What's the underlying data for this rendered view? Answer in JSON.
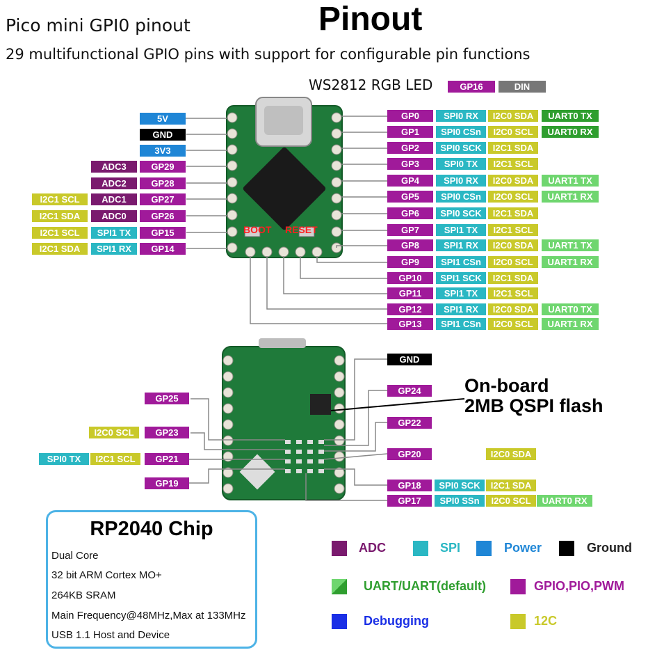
{
  "header": {
    "subtitle": "Pico mini GPI0 pinout",
    "title": "Pinout",
    "description": "29 multifunctional GPIO pins with support for configurable pin functions"
  },
  "led": {
    "label": "WS2812 RGB LED",
    "gpio": "GP16",
    "din": "DIN"
  },
  "board": {
    "boot_label": "BOOT",
    "reset_label": "RESET"
  },
  "flash": {
    "line1": "On-board",
    "line2": "2MB QSPI flash"
  },
  "colors": {
    "gpio": "#a01a9a",
    "adc": "#7a1a6e",
    "spi": "#2ab7c3",
    "i2c": "#c9c92a",
    "uart_default": "#2f9e2f",
    "uart": "#6fd66f",
    "power": "#1f86d6",
    "ground": "#000000",
    "debug": "#1a2fe6"
  },
  "left_top": [
    {
      "labels": [
        "5V"
      ],
      "types": [
        "pwr"
      ]
    },
    {
      "labels": [
        "GND"
      ],
      "types": [
        "gnd"
      ]
    },
    {
      "labels": [
        "3V3"
      ],
      "types": [
        "pwr"
      ]
    },
    {
      "labels": [
        "ADC3",
        "GP29"
      ],
      "types": [
        "adc",
        "gpio"
      ]
    },
    {
      "labels": [
        "ADC2",
        "GP28"
      ],
      "types": [
        "adc",
        "gpio"
      ]
    },
    {
      "labels": [
        "I2C1 SCL",
        "ADC1",
        "GP27"
      ],
      "types": [
        "i2c",
        "adc",
        "gpio"
      ]
    },
    {
      "labels": [
        "I2C1 SDA",
        "ADC0",
        "GP26"
      ],
      "types": [
        "i2c",
        "adc",
        "gpio"
      ]
    },
    {
      "labels": [
        "I2C1 SCL",
        "SPI1 TX",
        "GP15"
      ],
      "types": [
        "i2c",
        "spi",
        "gpio"
      ]
    },
    {
      "labels": [
        "I2C1 SDA",
        "SPI1 RX",
        "GP14"
      ],
      "types": [
        "i2c",
        "spi",
        "gpio"
      ]
    }
  ],
  "right_top": [
    {
      "labels": [
        "GP0",
        "SPI0 RX",
        "I2C0 SDA",
        "UART0 TX"
      ],
      "types": [
        "gpio",
        "spi",
        "i2c",
        "uartd"
      ]
    },
    {
      "labels": [
        "GP1",
        "SPI0 CSn",
        "I2C0 SCL",
        "UART0 RX"
      ],
      "types": [
        "gpio",
        "spi",
        "i2c",
        "uartd"
      ]
    },
    {
      "labels": [
        "GP2",
        "SPI0 SCK",
        "I2C1 SDA"
      ],
      "types": [
        "gpio",
        "spi",
        "i2c"
      ]
    },
    {
      "labels": [
        "GP3",
        "SPI0 TX",
        "I2C1 SCL"
      ],
      "types": [
        "gpio",
        "spi",
        "i2c"
      ]
    },
    {
      "labels": [
        "GP4",
        "SPI0 RX",
        "I2C0 SDA",
        "UART1 TX"
      ],
      "types": [
        "gpio",
        "spi",
        "i2c",
        "uart"
      ]
    },
    {
      "labels": [
        "GP5",
        "SPI0 CSn",
        "I2C0 SCL",
        "UART1 RX"
      ],
      "types": [
        "gpio",
        "spi",
        "i2c",
        "uart"
      ]
    },
    {
      "labels": [
        "GP6",
        "SPI0 SCK",
        "I2C1 SDA"
      ],
      "types": [
        "gpio",
        "spi",
        "i2c"
      ]
    },
    {
      "labels": [
        "GP7",
        "SPI1 TX",
        "I2C1 SCL"
      ],
      "types": [
        "gpio",
        "spi",
        "i2c"
      ]
    },
    {
      "labels": [
        "GP8",
        "SPI1 RX",
        "I2C0 SDA",
        "UART1 TX"
      ],
      "types": [
        "gpio",
        "spi",
        "i2c",
        "uart"
      ]
    },
    {
      "labels": [
        "GP9",
        "SPI1 CSn",
        "I2C0 SCL",
        "UART1 RX"
      ],
      "types": [
        "gpio",
        "spi",
        "i2c",
        "uart"
      ]
    },
    {
      "labels": [
        "GP10",
        "SPI1 SCK",
        "I2C1 SDA"
      ],
      "types": [
        "gpio",
        "spi",
        "i2c"
      ]
    },
    {
      "labels": [
        "GP11",
        "SPI1 TX",
        "I2C1 SCL"
      ],
      "types": [
        "gpio",
        "spi",
        "i2c"
      ]
    },
    {
      "labels": [
        "GP12",
        "SPI1 RX",
        "I2C0 SDA",
        "UART0 TX"
      ],
      "types": [
        "gpio",
        "spi",
        "i2c",
        "uart"
      ]
    },
    {
      "labels": [
        "GP13",
        "SPI1 CSn",
        "I2C0 SCL",
        "UART1 RX"
      ],
      "types": [
        "gpio",
        "spi",
        "i2c",
        "uart"
      ]
    }
  ],
  "left_bottom": [
    {
      "labels": [
        "GP25"
      ],
      "types": [
        "gpio"
      ]
    },
    {
      "labels": [
        "I2C0 SCL",
        "GP23"
      ],
      "types": [
        "i2c",
        "gpio"
      ]
    },
    {
      "labels": [
        "SPI0 TX",
        "I2C1 SCL",
        "GP21"
      ],
      "types": [
        "spi",
        "i2c",
        "gpio"
      ]
    },
    {
      "labels": [
        "GP19"
      ],
      "types": [
        "gpio"
      ]
    }
  ],
  "right_bottom": [
    {
      "labels": [
        "GND"
      ],
      "types": [
        "gnd"
      ]
    },
    {
      "labels": [
        "GP24"
      ],
      "types": [
        "gpio"
      ]
    },
    {
      "labels": [
        "GP22"
      ],
      "types": [
        "gpio"
      ]
    },
    {
      "labels": [
        "GP20",
        "I2C0 SDA"
      ],
      "types": [
        "gpio",
        "i2c"
      ]
    },
    {
      "labels": [
        "GP18",
        "SPI0 SCK",
        "I2C1 SDA"
      ],
      "types": [
        "gpio",
        "spi",
        "i2c"
      ]
    },
    {
      "labels": [
        "GP17",
        "SPI0 SSn",
        "I2C0 SCL",
        "UART0 RX"
      ],
      "types": [
        "gpio",
        "spi",
        "i2c",
        "uart"
      ]
    }
  ],
  "chip": {
    "title": "RP2040 Chip",
    "lines": [
      "Dual Core",
      "32 bit ARM Cortex MO+",
      "264KB SRAM",
      "Main Frequency@48MHz,Max at 133MHz",
      "USB 1.1 Host and Device"
    ]
  },
  "legend": [
    {
      "label": "ADC",
      "color": "#7a1a6e",
      "text_color": "#7a1a6e"
    },
    {
      "label": "SPI",
      "color": "#2ab7c3",
      "text_color": "#2ab7c3"
    },
    {
      "label": "Power",
      "color": "#1f86d6",
      "text_color": "#1f86d6"
    },
    {
      "label": "Ground",
      "color": "#000000",
      "text_color": "#222222"
    },
    {
      "label": "UART/UART(default)",
      "color": "#2f9e2f",
      "text_color": "#2f9e2f"
    },
    {
      "label": "GPIO,PIO,PWM",
      "color": "#a01a9a",
      "text_color": "#a01a9a"
    },
    {
      "label": "Debugging",
      "color": "#1a2fe6",
      "text_color": "#1a2fe6"
    },
    {
      "label": "12C",
      "color": "#c9c92a",
      "text_color": "#c9c92a"
    }
  ]
}
